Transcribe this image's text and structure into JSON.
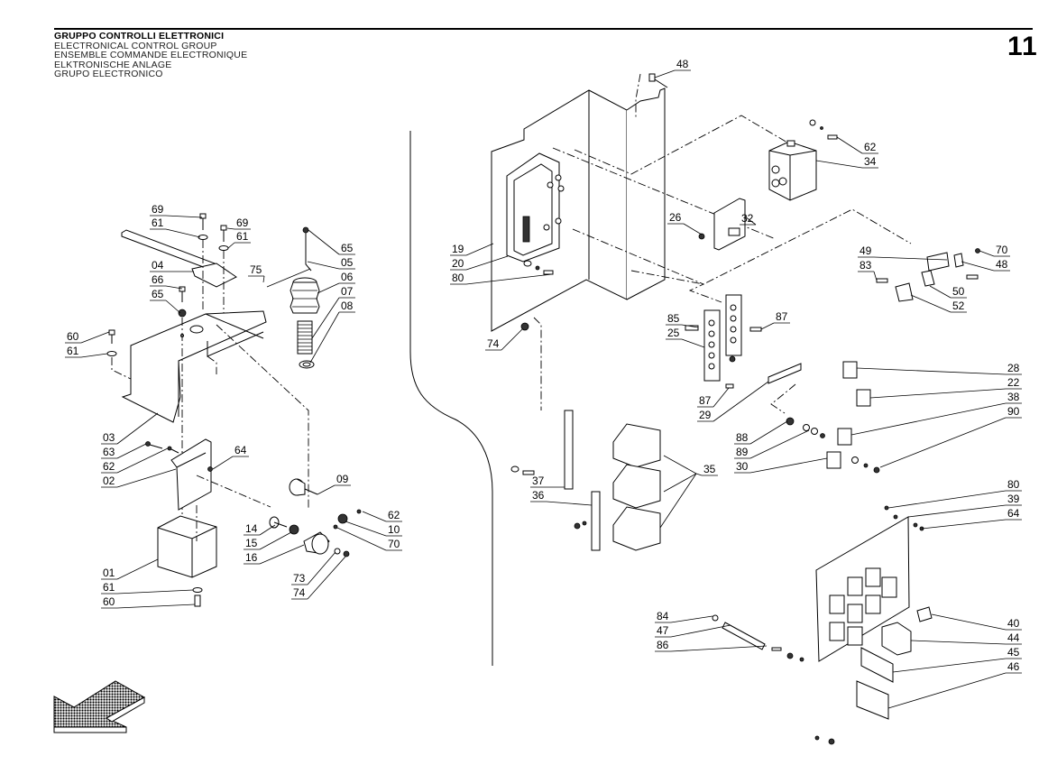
{
  "header": {
    "titles": [
      "GRUPPO  CONTROLLI  ELETTRONICI",
      "ELECTRONICAL  CONTROL  GROUP",
      "ENSEMBLE  COMMANDE  ELECTRONIQUE",
      "ELKTRONISCHE  ANLAGE",
      "GRUPO  ELECTRONICO"
    ],
    "page_number": "11"
  },
  "callouts": {
    "left": [
      {
        "id": "l69a",
        "label": "69"
      },
      {
        "id": "l61a",
        "label": "61"
      },
      {
        "id": "l69b",
        "label": "69"
      },
      {
        "id": "l61b",
        "label": "61"
      },
      {
        "id": "l65a",
        "label": "65"
      },
      {
        "id": "l05",
        "label": "05"
      },
      {
        "id": "l04",
        "label": "04"
      },
      {
        "id": "l66",
        "label": "66"
      },
      {
        "id": "l75",
        "label": "75"
      },
      {
        "id": "l06",
        "label": "06"
      },
      {
        "id": "l65b",
        "label": "65"
      },
      {
        "id": "l07",
        "label": "07"
      },
      {
        "id": "l08",
        "label": "08"
      },
      {
        "id": "l60a",
        "label": "60"
      },
      {
        "id": "l61c",
        "label": "61"
      },
      {
        "id": "l03",
        "label": "03"
      },
      {
        "id": "l63",
        "label": "63"
      },
      {
        "id": "l62a",
        "label": "62"
      },
      {
        "id": "l64a",
        "label": "64"
      },
      {
        "id": "l02",
        "label": "02"
      },
      {
        "id": "l09",
        "label": "09"
      },
      {
        "id": "l62b",
        "label": "62"
      },
      {
        "id": "l14",
        "label": "14"
      },
      {
        "id": "l10",
        "label": "10"
      },
      {
        "id": "l15",
        "label": "15"
      },
      {
        "id": "l70a",
        "label": "70"
      },
      {
        "id": "l16",
        "label": "16"
      },
      {
        "id": "l01",
        "label": "01"
      },
      {
        "id": "l73",
        "label": "73"
      },
      {
        "id": "l61d",
        "label": "61"
      },
      {
        "id": "l74a",
        "label": "74"
      },
      {
        "id": "l60b",
        "label": "60"
      }
    ],
    "right": [
      {
        "id": "r48a",
        "label": "48"
      },
      {
        "id": "r62",
        "label": "62"
      },
      {
        "id": "r34",
        "label": "34"
      },
      {
        "id": "r32",
        "label": "32"
      },
      {
        "id": "r26",
        "label": "26"
      },
      {
        "id": "r19",
        "label": "19"
      },
      {
        "id": "r20",
        "label": "20"
      },
      {
        "id": "r80a",
        "label": "80"
      },
      {
        "id": "r49",
        "label": "49"
      },
      {
        "id": "r70",
        "label": "70"
      },
      {
        "id": "r83",
        "label": "83"
      },
      {
        "id": "r48b",
        "label": "48"
      },
      {
        "id": "r50",
        "label": "50"
      },
      {
        "id": "r52",
        "label": "52"
      },
      {
        "id": "r74",
        "label": "74"
      },
      {
        "id": "r87a",
        "label": "87"
      },
      {
        "id": "r85",
        "label": "85"
      },
      {
        "id": "r25",
        "label": "25"
      },
      {
        "id": "r28",
        "label": "28"
      },
      {
        "id": "r22",
        "label": "22"
      },
      {
        "id": "r38",
        "label": "38"
      },
      {
        "id": "r87b",
        "label": "87"
      },
      {
        "id": "r29",
        "label": "29"
      },
      {
        "id": "r90",
        "label": "90"
      },
      {
        "id": "r88",
        "label": "88"
      },
      {
        "id": "r89",
        "label": "89"
      },
      {
        "id": "r30",
        "label": "30"
      },
      {
        "id": "r35",
        "label": "35"
      },
      {
        "id": "r37",
        "label": "37"
      },
      {
        "id": "r36",
        "label": "36"
      },
      {
        "id": "r80b",
        "label": "80"
      },
      {
        "id": "r39",
        "label": "39"
      },
      {
        "id": "r64",
        "label": "64"
      },
      {
        "id": "r84",
        "label": "84"
      },
      {
        "id": "r47",
        "label": "47"
      },
      {
        "id": "r86",
        "label": "86"
      },
      {
        "id": "r40",
        "label": "40"
      },
      {
        "id": "r44",
        "label": "44"
      },
      {
        "id": "r45",
        "label": "45"
      },
      {
        "id": "r46",
        "label": "46"
      }
    ]
  },
  "icons": {
    "direction_arrow": "front-direction-arrow-icon"
  }
}
